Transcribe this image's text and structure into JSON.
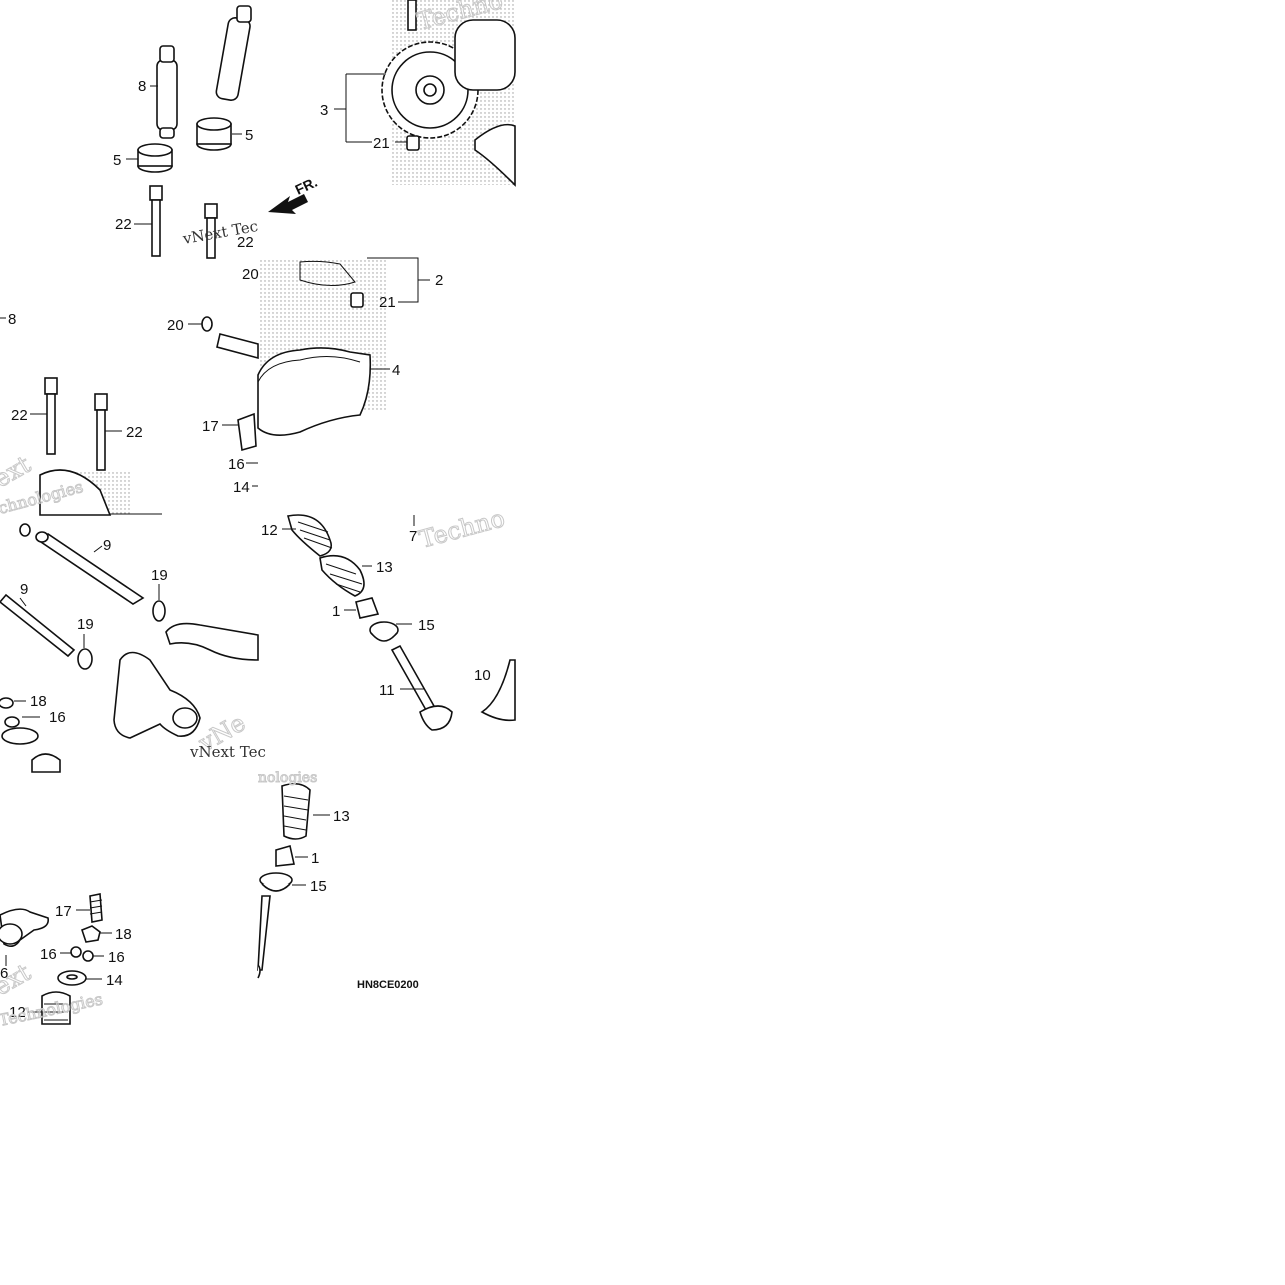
{
  "diagram": {
    "drawing_code": "HN8CE0200",
    "direction_label": "FR.",
    "watermarks": {
      "texts": [
        "Techno",
        "vNext Tec",
        "vNe",
        "ext",
        "chnologies",
        "Techno",
        "vNext Tec",
        "nologies",
        "ext",
        "Technologies"
      ]
    },
    "callouts": [
      "8",
      "5",
      "5",
      "22",
      "22",
      "3",
      "21",
      "2",
      "21",
      "20",
      "20",
      "4",
      "8",
      "22",
      "22",
      "17",
      "16",
      "14",
      "9",
      "9",
      "19",
      "19",
      "18",
      "16",
      "12",
      "13",
      "1",
      "15",
      "11",
      "10",
      "7",
      "13",
      "1",
      "15",
      "17",
      "18",
      "16",
      "16",
      "14",
      "12",
      "6"
    ]
  }
}
